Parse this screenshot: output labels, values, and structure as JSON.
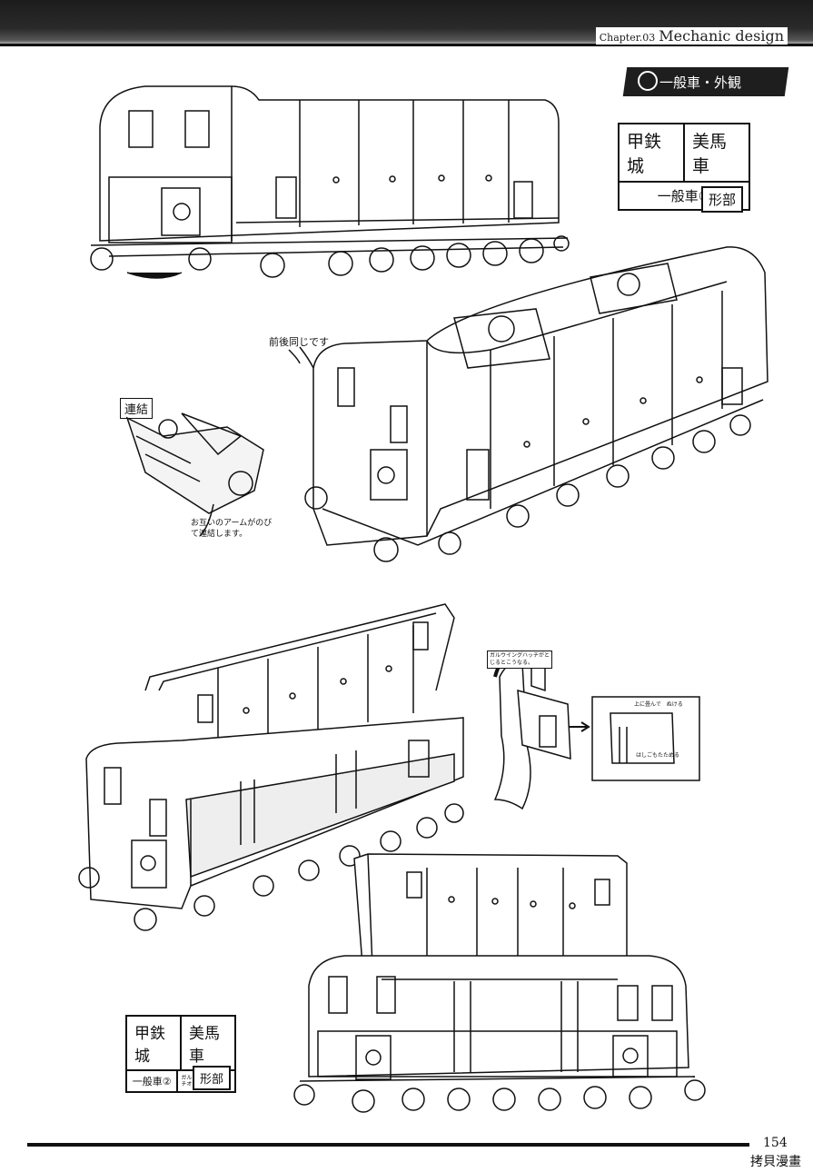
{
  "header": {
    "chapter_number": "Chapter.03",
    "chapter_title": "Mechanic design"
  },
  "section_tag": "一般車・外観",
  "spec_card_1": {
    "left": "甲鉄城",
    "right": "美馬車",
    "subtitle": "一般車①",
    "sign": "形部"
  },
  "spec_card_2": {
    "left": "甲鉄城",
    "right": "美馬車",
    "subtitle": "一般車②",
    "subtitle_note": "ガルウイング式ハッチオープン",
    "sign": "形部"
  },
  "notes": {
    "front_rear": "前後同じです",
    "coupling_label": "連結",
    "coupling_desc": "お互いのアームがのびて連結します。",
    "gullwing": "ガルウイングハッチがとじるとこうなる。",
    "fold_up": "上に畳んで　ぬける",
    "fold_down": "はしごもたためる"
  },
  "footer": {
    "page_number": "154",
    "watermark": "拷貝漫畫"
  }
}
